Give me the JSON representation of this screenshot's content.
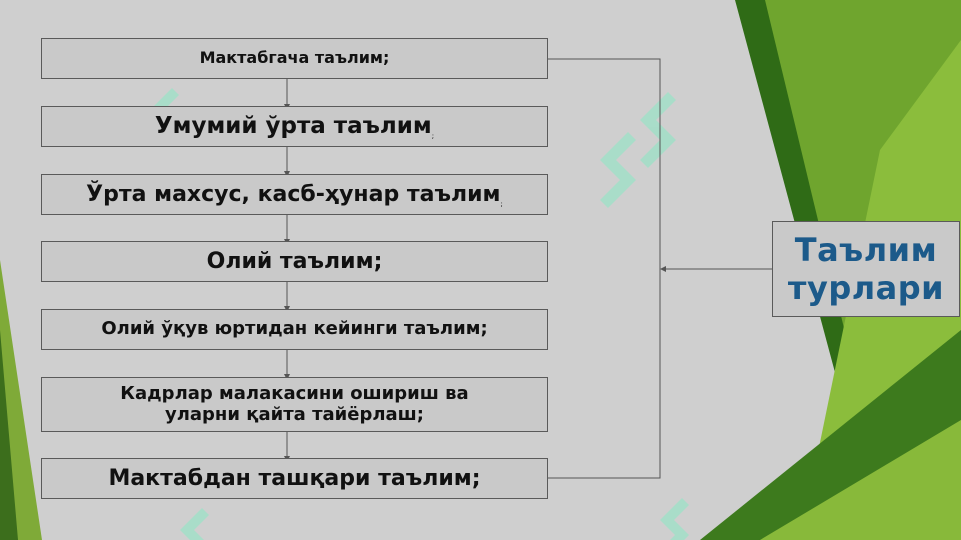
{
  "diagram": {
    "levels": [
      {
        "label": "Мактабгача таълим;",
        "suffix": ""
      },
      {
        "label": "Умумий ўрта таълим",
        "suffix": ";"
      },
      {
        "label": "Ўрта махсус, касб-ҳунар таълим",
        "suffix": ";"
      },
      {
        "label": "Олий таълим;",
        "suffix": ""
      },
      {
        "label": "Олий ўқув юртидан кейинги таълим;",
        "suffix": ""
      },
      {
        "label_line1": "Кадрлар малакасини ошириш ва",
        "label_line2": "уларни қайта тайёрлаш;"
      },
      {
        "label": "Мактабдан ташқари таълим;",
        "suffix": ""
      }
    ],
    "side_title_line1": "Таълим",
    "side_title_line2": "турлари"
  },
  "colors": {
    "box_fill": "#c9c9c9",
    "box_border": "#5a5a5a",
    "side_text": "#1c5a8a",
    "green_dark": "#2f6b16",
    "green_light": "#8bbd3c",
    "watermark": "#9fe0c7"
  }
}
